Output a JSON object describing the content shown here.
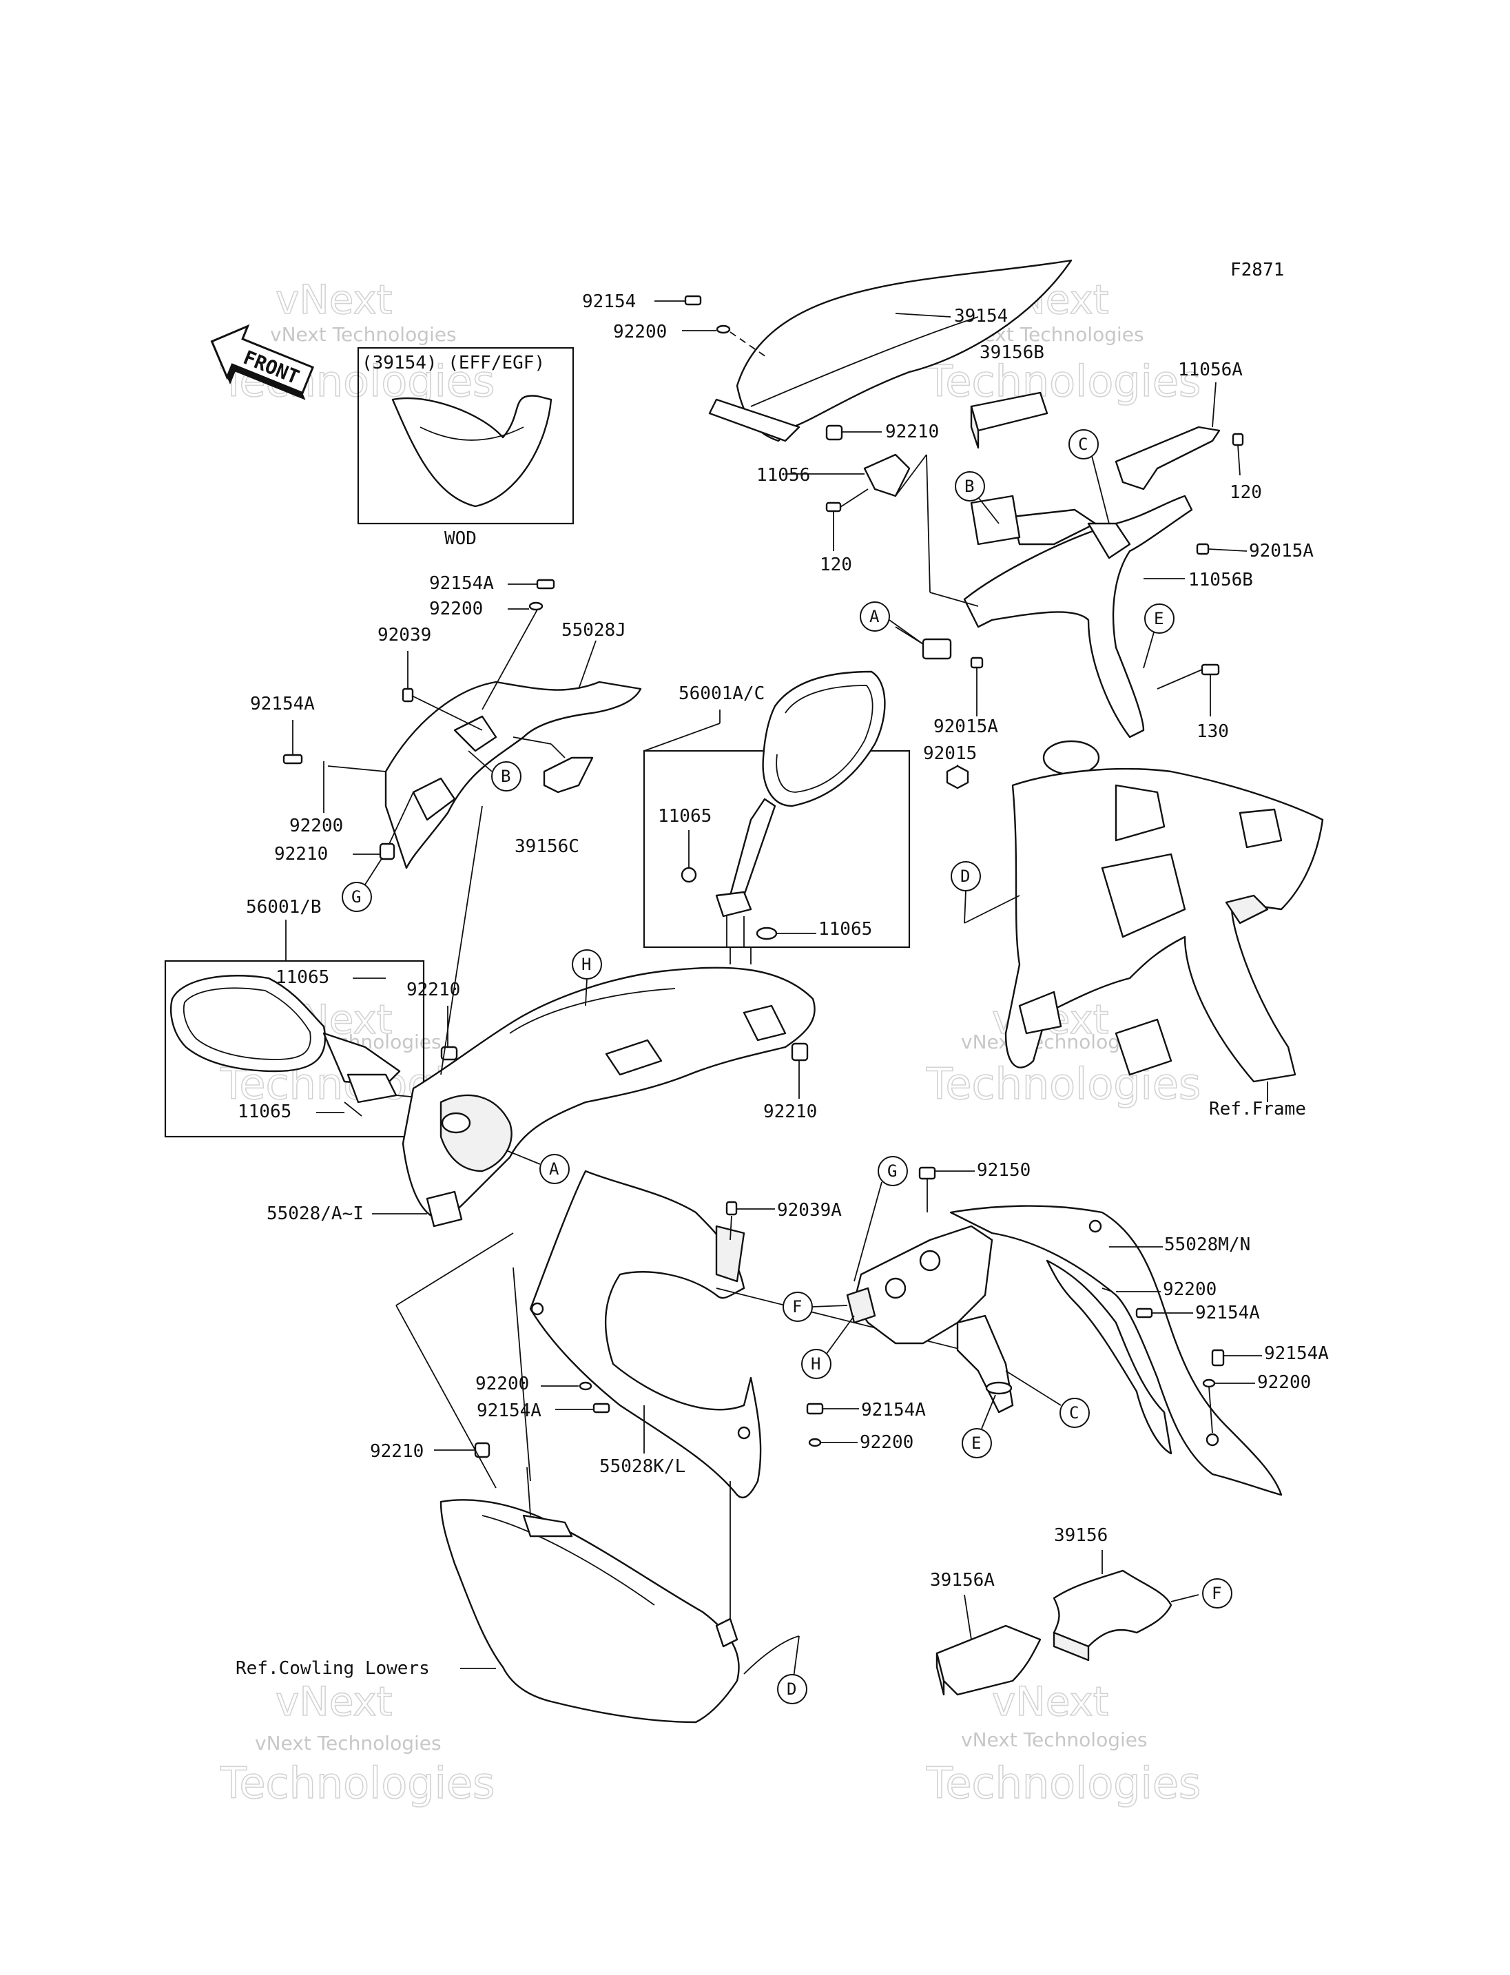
{
  "figure_id": "F2871",
  "front_arrow": "FRONT",
  "watermark": [
    "vNext Technologies",
    "vNext",
    "Technologies"
  ],
  "inset_windshield": {
    "header": "(39154) (EFF/EGF)",
    "footer": "WOD"
  },
  "labels": {
    "p92154": "92154",
    "p92200_top": "92200",
    "p39154": "39154",
    "p39156B": "39156B",
    "p92210_top": "92210",
    "p11056": "11056",
    "p11056A": "11056A",
    "p120_left": "120",
    "p120_right": "120",
    "p92015A_top": "92015A",
    "p11056B": "11056B",
    "p92015A_mid": "92015A",
    "p130": "130",
    "p92015": "92015",
    "p92154A_1": "92154A",
    "p92200_1": "92200",
    "p92039": "92039",
    "p55028J": "55028J",
    "p92154A_2": "92154A",
    "p92200_2": "92200",
    "p92210_2": "92210",
    "p39156C": "39156C",
    "p56001AC": "56001A/C",
    "p11065_a": "11065",
    "p11065_b": "11065",
    "p56001B": "56001/B",
    "p11065_c": "11065",
    "p11065_d": "11065",
    "p92210_3": "92210",
    "p92210_4": "92210",
    "p55028AI": "55028/A~I",
    "refFrame": "Ref.Frame",
    "p92150": "92150",
    "p92039A": "92039A",
    "p55028MN": "55028M/N",
    "p92200_5": "92200",
    "p92154A_5": "92154A",
    "p92154A_6": "92154A",
    "p92200_6": "92200",
    "p92200_7": "92200",
    "p92154A_7": "92154A",
    "p92154A_8": "92154A",
    "p92200_8": "92200",
    "p92210_5": "92210",
    "p55028KL": "55028K/L",
    "p39156": "39156",
    "p39156A": "39156A",
    "refCowling": "Ref.Cowling Lowers"
  },
  "callouts": {
    "A1": "A",
    "A2": "A",
    "B1": "B",
    "B2": "B",
    "C1": "C",
    "C2": "C",
    "D1": "D",
    "D2": "D",
    "E1": "E",
    "E2": "E",
    "F1": "F",
    "F2": "F",
    "G1": "G",
    "G2": "G",
    "H1": "H",
    "H2": "H"
  }
}
